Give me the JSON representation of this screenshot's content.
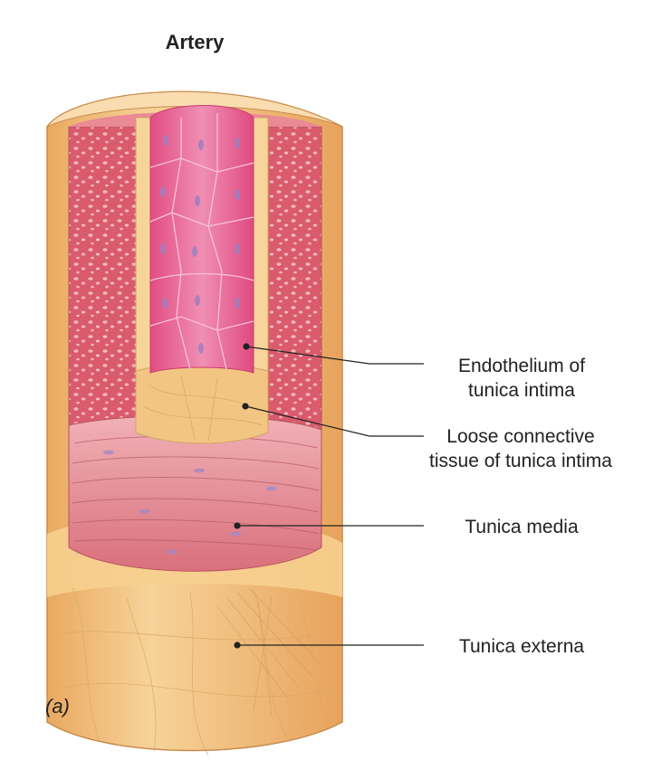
{
  "title": "Artery",
  "panel_label": "(a)",
  "labels": {
    "endothelium": "Endothelium of tunica intima",
    "loose_connective": "Loose connective tissue of tunica intima",
    "media": "Tunica media",
    "externa": "Tunica externa"
  },
  "colors": {
    "externa": "#f2c37c",
    "media": "#e07d88",
    "intima_band": "#f7d59a",
    "endothelium": "#e9558a",
    "leader": "#222222"
  }
}
